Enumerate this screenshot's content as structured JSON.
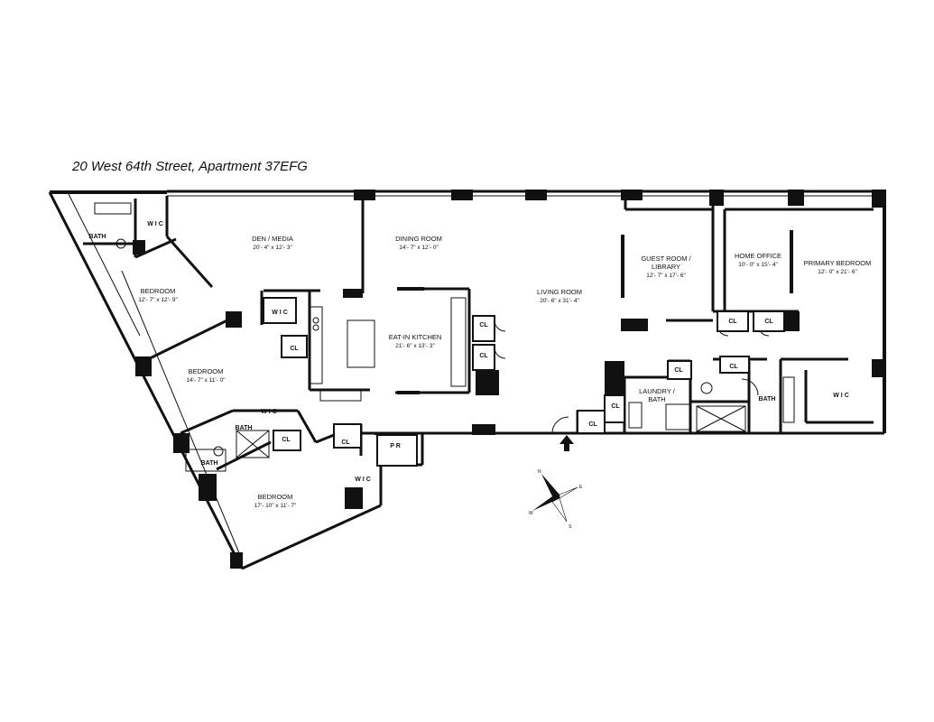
{
  "title": "20 West 64th Street, Apartment 37EFG",
  "rooms": {
    "den": {
      "name": "DEN / MEDIA",
      "dims": "20'- 4\" x 12'- 3\""
    },
    "dining": {
      "name": "DINING ROOM",
      "dims": "14'- 7\" x 12'- 0\""
    },
    "living": {
      "name": "LIVING ROOM",
      "dims": "20'- 6\" x 31'- 4\""
    },
    "guest": {
      "name1": "GUEST ROOM /",
      "name2": "LIBRARY",
      "dims": "12'- 7\" x 17'- 6\""
    },
    "office": {
      "name": "HOME OFFICE",
      "dims": "10'- 0\" x 15'- 4\""
    },
    "primary": {
      "name": "PRIMARY BEDROOM",
      "dims": "12'- 0\" x 21'- 6\""
    },
    "kitchen": {
      "name": "EAT-IN KITCHEN",
      "dims": "21'- 6\" x 13'- 3\""
    },
    "bedroom1": {
      "name": "BEDROOM",
      "dims": "12'- 7\" x 12'- 9\""
    },
    "bedroom2": {
      "name": "BEDROOM",
      "dims": "14'- 7\" x 11'- 0\""
    },
    "bedroom3": {
      "name": "BEDROOM",
      "dims": "17'- 10\" x 11'- 7\""
    },
    "laundry": {
      "name1": "LAUNDRY /",
      "name2": "BATH"
    }
  },
  "labels": {
    "bath": "BATH",
    "wic": "W I C",
    "cl": "CL",
    "pr": "P R"
  },
  "compass": {
    "n": "N",
    "e": "E",
    "s": "S",
    "w": "W"
  }
}
